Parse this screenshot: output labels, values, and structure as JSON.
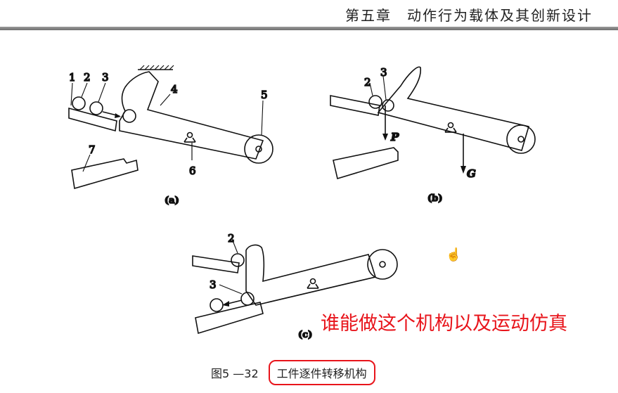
{
  "header": {
    "title": "第五章　动作行为载体及其创新设计"
  },
  "figure": {
    "panel_a": {
      "sub_label": "(a)",
      "part_labels": [
        "1",
        "2",
        "3",
        "4",
        "5",
        "6",
        "7"
      ]
    },
    "panel_b": {
      "sub_label": "(b)",
      "part_labels": [
        "2",
        "3"
      ],
      "force_labels": [
        "P",
        "G"
      ]
    },
    "panel_c": {
      "sub_label": "(c)",
      "part_labels": [
        "2",
        "3"
      ]
    },
    "caption_number": "图5 —32",
    "caption_title": "工件逐件转移机构"
  },
  "annotation": {
    "text": "谁能做这个机构以及运动仿真",
    "color": "#e8141b"
  },
  "icons": {
    "cursor": "hand-cursor-icon"
  }
}
